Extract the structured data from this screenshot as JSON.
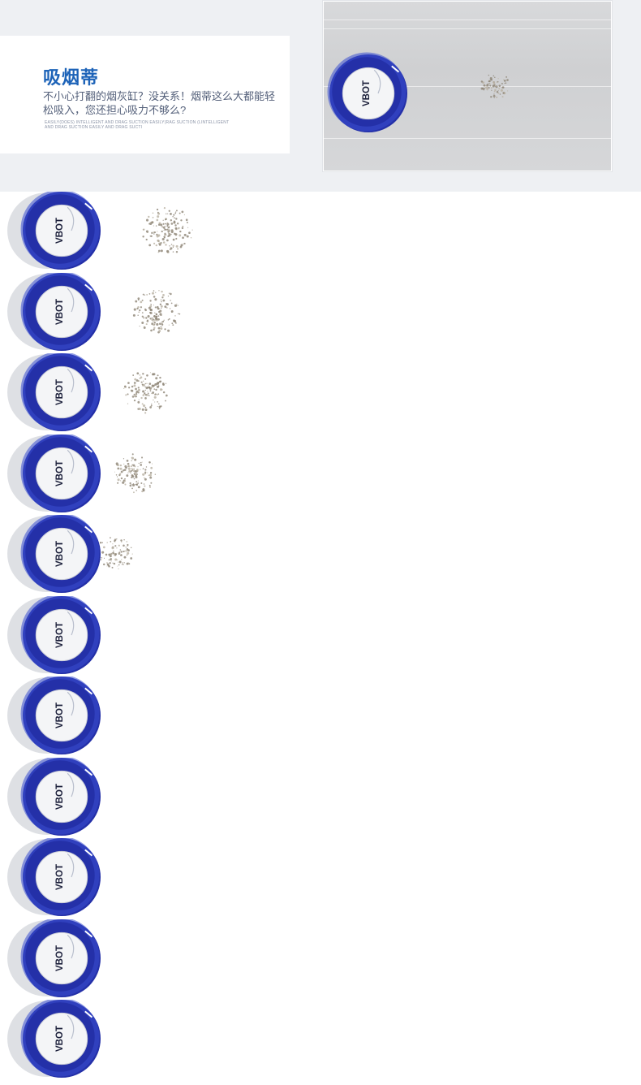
{
  "feature": {
    "title": "吸烟蒂",
    "description": "不小心打翻的烟灰缸？没关系！烟蒂这么大都能轻松吸入，您还担心吸力不够么?",
    "english_tagline": "EASILY(DOES) INTELLIGENT AND DRAG SUCTION EASILY(RAG SUCTION (LINTELLIGENT AND DRAG SUCTION EASILY AND DRAG SUCTI"
  },
  "device": {
    "brand": "VBOT",
    "colors": {
      "ring": "#2430a8",
      "ring_light": "#3b4fd0",
      "face": "#f4f5f7",
      "shadow": "#d8dadf",
      "debris": "#8d8576"
    }
  },
  "animation": {
    "frames": [
      {
        "debris_level": 1.0
      },
      {
        "debris_level": 0.9
      },
      {
        "debris_level": 0.8
      },
      {
        "debris_level": 0.7
      },
      {
        "debris_level": 0.5
      },
      {
        "debris_level": 0.2
      },
      {
        "debris_level": 0.1
      },
      {
        "debris_level": 0.0
      },
      {
        "debris_level": 0.0
      },
      {
        "debris_level": 0.0
      },
      {
        "debris_level": 0.0
      }
    ]
  }
}
